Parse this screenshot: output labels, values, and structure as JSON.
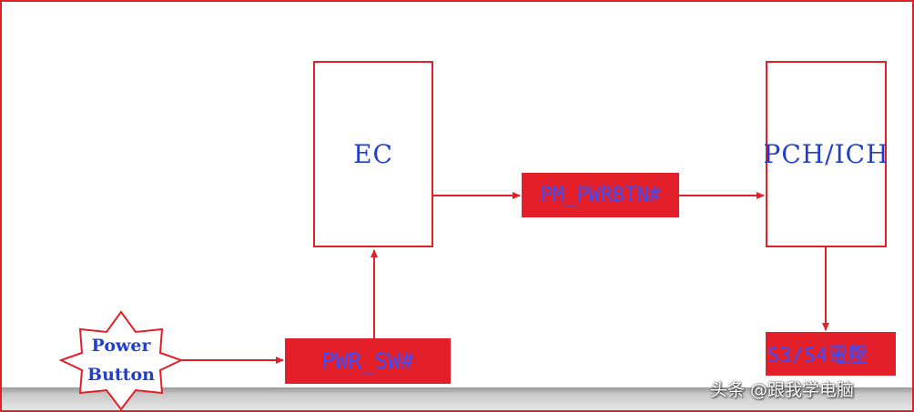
{
  "diagram": {
    "ec_label": "EC",
    "pch_label": "PCH/ICH",
    "pm_signal": "PM_PWRBTN#",
    "pwr_sw_signal": "PWR_SW#",
    "s3s4_label": "S3/S4電壓",
    "power_button": {
      "line1": "Power",
      "line2": "Button"
    }
  },
  "watermark": "头条 @跟我学电脑",
  "colors": {
    "line": "#e3202a",
    "text": "#1f3fcc"
  }
}
